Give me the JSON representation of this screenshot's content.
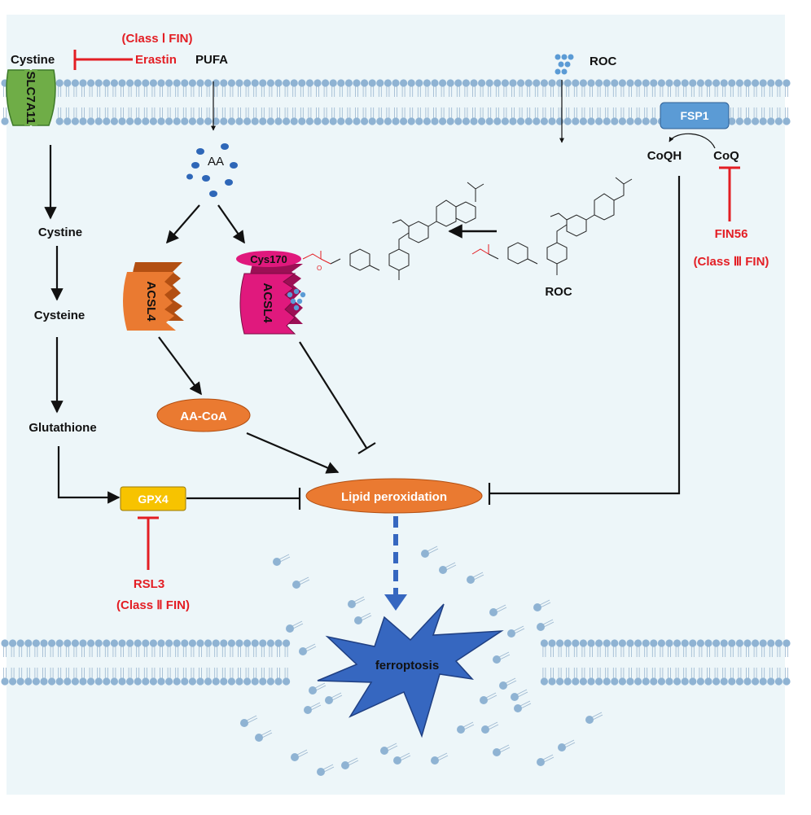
{
  "membrane_top": {
    "cystine_outside": "Cystine",
    "transporter": "SLC7A11",
    "pufa": "PUFA",
    "roc": "ROC"
  },
  "class1": {
    "label": "(Class Ⅰ FIN)",
    "drug": "Erastin"
  },
  "fsp1": {
    "label": "FSP1",
    "coqh": "CoQH",
    "coq": "CoQ"
  },
  "class3": {
    "drug": "FIN56",
    "label": "(Class Ⅲ  FIN)"
  },
  "class2": {
    "drug": "RSL3",
    "label": "(Class Ⅱ  FIN)"
  },
  "pathway": {
    "cystine": "Cystine",
    "cysteine": "Cysteine",
    "glutathione": "Glutathione",
    "gpx4": "GPX4",
    "aa": "AA",
    "acsl4": "ACSL4",
    "acsl4_bound": "ACSL4",
    "cys170": "Cys170",
    "aacoa": "AA-CoA",
    "lipid_perox": "Lipid peroxidation",
    "roc_molecule": "ROC",
    "ferroptosis": "ferroptosis"
  },
  "colors": {
    "background": "#edf6f9",
    "membrane_head": "#8fb3d3",
    "orange": "#ea7a31",
    "magenta": "#e0197d",
    "gpx4": "#f7c300",
    "fsp1": "#5b9bd5",
    "slc7a11": "#6fad47",
    "inhibitor_red": "#e31e24",
    "ferroptosis_blue": "#3667c0"
  }
}
